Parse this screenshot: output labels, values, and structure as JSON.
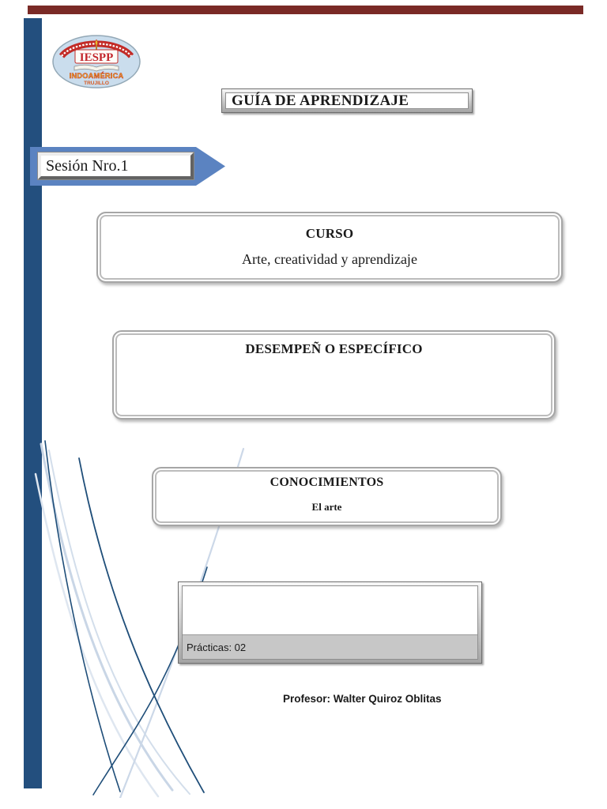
{
  "logo": {
    "acronym": "IESPP",
    "institution": "INDOAMÉRICA",
    "city": "TRUJILLO"
  },
  "header": {
    "title": "GUÍA DE APRENDIZAJE"
  },
  "session": {
    "label": "Sesión Nro.1"
  },
  "sections": {
    "curso": {
      "title": "CURSO",
      "content": "Arte, creatividad y aprendizaje"
    },
    "desempeno": {
      "title": "DESEMPEÑ O ESPECÍFICO",
      "content": ""
    },
    "conocimientos": {
      "title": "CONOCIMIENTOS",
      "content": "El arte"
    },
    "practicas": {
      "label": "Prácticas: 02"
    }
  },
  "footer": {
    "professor": "Profesor: Walter Quiroz Oblitas"
  },
  "colors": {
    "top_bar": "#7a2a26",
    "side_bar": "#234f7e",
    "arrow_fill": "#5b83c1",
    "curve_dark": "#1f4e79",
    "curve_light": "#c9d6e6",
    "logo_red": "#c3242b",
    "logo_oval": "#cadded",
    "logo_gold": "#efc11c",
    "practicas_band": "#c7c7c7"
  }
}
